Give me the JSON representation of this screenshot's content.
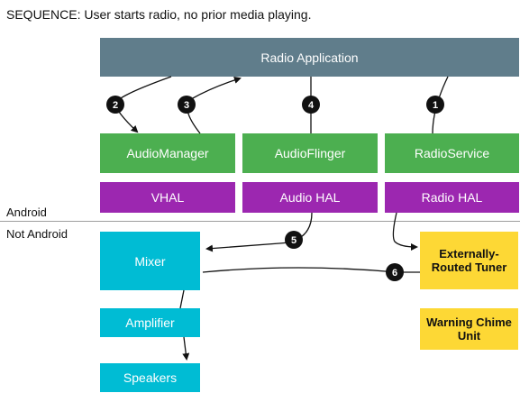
{
  "title": "SEQUENCE: User starts radio, no prior media playing.",
  "zones": {
    "android": "Android",
    "not_android": "Not Android"
  },
  "boxes": {
    "radio_app": "Radio Application",
    "audio_manager": "AudioManager",
    "audio_flinger": "AudioFlinger",
    "radio_service": "RadioService",
    "vhal": "VHAL",
    "audio_hal": "Audio HAL",
    "radio_hal": "Radio HAL",
    "mixer": "Mixer",
    "amplifier": "Amplifier",
    "speakers": "Speakers",
    "tuner_line1": "Externally-",
    "tuner_line2": "Routed Tuner",
    "chime_line1": "Warning Chime",
    "chime_line2": "Unit"
  },
  "steps": [
    "1",
    "2",
    "3",
    "4",
    "5",
    "6"
  ],
  "colors": {
    "app": "#607d8b",
    "framework": "#4caf50",
    "hal": "#9c27b0",
    "hardware": "#00bcd4",
    "external": "#fdd835",
    "step": "#111111"
  }
}
